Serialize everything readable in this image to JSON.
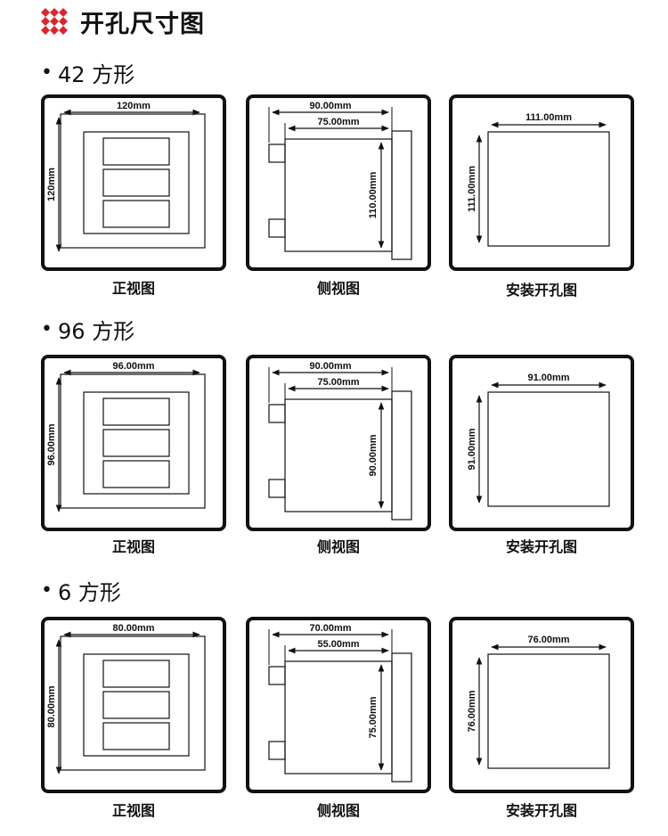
{
  "page": {
    "title": "开孔尺寸图",
    "accent_color": "#d7272e"
  },
  "bullet_symbol": "•",
  "sections": [
    {
      "title": "42 方形",
      "front": {
        "caption": "正视图",
        "width_label": "120mm",
        "height_label": "120mm"
      },
      "side": {
        "caption": "侧视图",
        "total_depth_label": "90.00mm",
        "body_depth_label": "75.00mm",
        "height_label": "110.00mm"
      },
      "cutout": {
        "caption": "安装开孔图",
        "width_label": "111.00mm",
        "height_label": "111.00mm"
      }
    },
    {
      "title": "96 方形",
      "front": {
        "caption": "正视图",
        "width_label": "96.00mm",
        "height_label": "96.00mm"
      },
      "side": {
        "caption": "侧视图",
        "total_depth_label": "90.00mm",
        "body_depth_label": "75.00mm",
        "height_label": "90.00mm"
      },
      "cutout": {
        "caption": "安装开孔图",
        "width_label": "91.00mm",
        "height_label": "91.00mm"
      }
    },
    {
      "title": "6 方形",
      "front": {
        "caption": "正视图",
        "width_label": "80.00mm",
        "height_label": "80.00mm"
      },
      "side": {
        "caption": "侧视图",
        "total_depth_label": "70.00mm",
        "body_depth_label": "55.00mm",
        "height_label": "75.00mm"
      },
      "cutout": {
        "caption": "安装开孔图",
        "width_label": "76.00mm",
        "height_label": "76.00mm"
      }
    }
  ]
}
